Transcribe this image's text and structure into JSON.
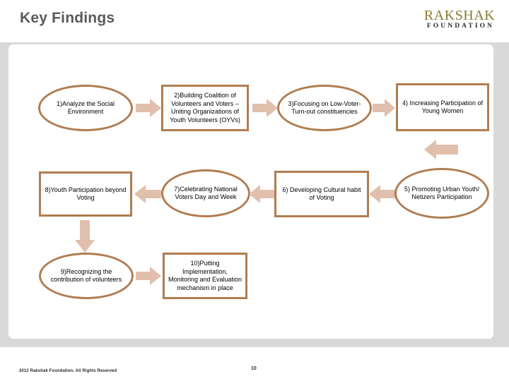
{
  "header": {
    "title": "Key Findings",
    "logo_word": "RAKSHAK",
    "logo_sub": "FOUNDATION"
  },
  "footer": {
    "copyright": "2012 Rakshak Foundation. All Rights Reserved",
    "page_number": "10"
  },
  "colors": {
    "shape_border": "#b07d51",
    "arrow_fill": "#e0bfad",
    "panel_bg": "#ffffff",
    "band_bg": "#d9d9d9",
    "title_text": "#595959",
    "logo_gold": "#8a7a33"
  },
  "diagram": {
    "type": "flowchart",
    "nodes": [
      {
        "id": "n1",
        "shape": "oval",
        "label": "1)Analyze the Social Environment"
      },
      {
        "id": "n2",
        "shape": "rect",
        "label": "2)Building Coalition of Volunteers and Voters – Uniting Organizations of Youth Volunteers (OYVs)"
      },
      {
        "id": "n3",
        "shape": "oval",
        "label": "3)Focusing on Low-Voter-Turn-out constituencies"
      },
      {
        "id": "n4",
        "shape": "rect",
        "label": "4) Increasing Participation of Young Women"
      },
      {
        "id": "n5",
        "shape": "oval",
        "label": "5) Promoting Urban Youth/ Netizers Participation"
      },
      {
        "id": "n6",
        "shape": "rect",
        "label": "6) Developing Cultural habit of Voting"
      },
      {
        "id": "n7",
        "shape": "oval",
        "label": "7)Celebrating National  Voters Day and Week"
      },
      {
        "id": "n8",
        "shape": "rect",
        "label": "8)Youth Participation beyond Voting"
      },
      {
        "id": "n9",
        "shape": "oval",
        "label": "9)Recognizing the contribution of volunteers"
      },
      {
        "id": "n10",
        "shape": "rect",
        "label": "10)Putting Implementation, Monitoring and Evaluation mechanism in place"
      }
    ],
    "connectors": [
      {
        "from": "n1",
        "to": "n2",
        "direction": "right"
      },
      {
        "from": "n2",
        "to": "n3",
        "direction": "right"
      },
      {
        "from": "n3",
        "to": "n4",
        "direction": "right"
      },
      {
        "from": "n4",
        "to": "n5",
        "direction": "left"
      },
      {
        "from": "n5",
        "to": "n6",
        "direction": "left"
      },
      {
        "from": "n6",
        "to": "n7",
        "direction": "left"
      },
      {
        "from": "n7",
        "to": "n8",
        "direction": "left"
      },
      {
        "from": "n8",
        "to": "n9",
        "direction": "down"
      },
      {
        "from": "n9",
        "to": "n10",
        "direction": "right"
      }
    ]
  }
}
